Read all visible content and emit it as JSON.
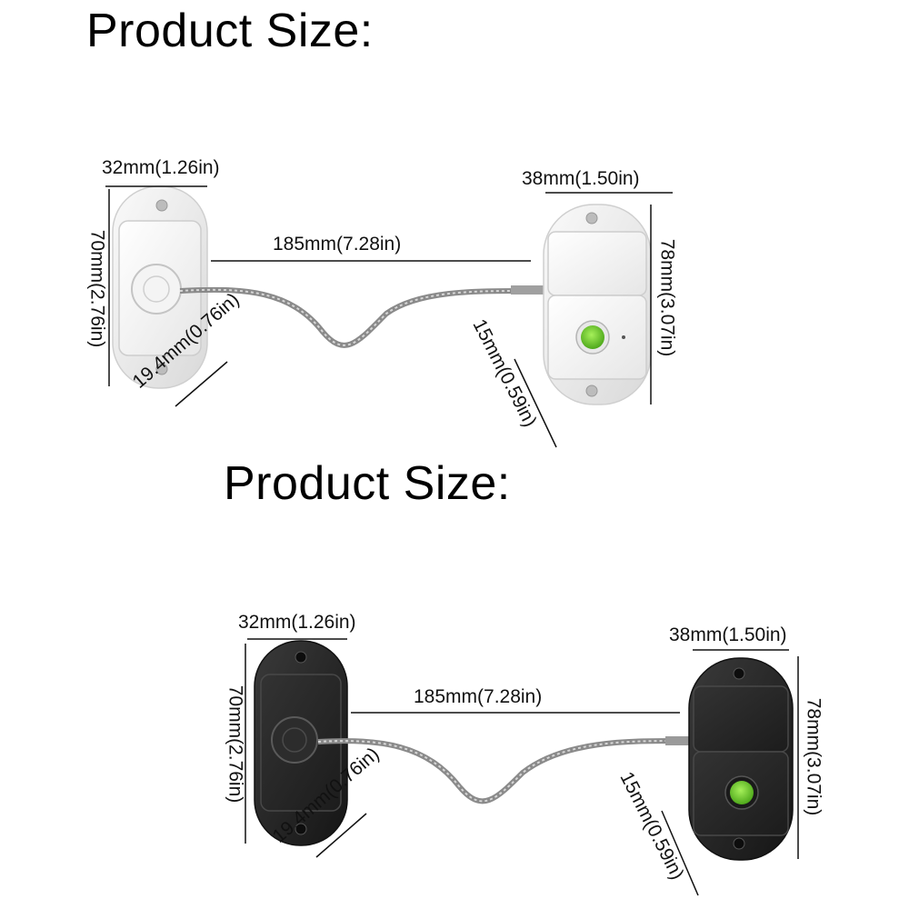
{
  "sections": [
    {
      "title": "Product Size:",
      "variant_color": "#f3f3f3",
      "dimensions": {
        "width_left": "32mm(1.26in)",
        "height_left": "70mm(2.76in)",
        "cable_length": "185mm(7.28in)",
        "thickness_left": "19.4mm(0.76in)",
        "width_right": "38mm(1.50in)",
        "height_right": "78mm(3.07in)",
        "thickness_right": "15mm(0.59in)"
      }
    },
    {
      "title": "Product Size:",
      "variant_color": "#2b2b2b",
      "dimensions": {
        "width_left": "32mm(1.26in)",
        "height_left": "70mm(2.76in)",
        "cable_length": "185mm(7.28in)",
        "thickness_left": "19.4mm(0.76in)",
        "width_right": "38mm(1.50in)",
        "height_right": "78mm(3.07in)",
        "thickness_right": "15mm(0.59in)"
      }
    }
  ],
  "indicator_color": "#7ed321"
}
